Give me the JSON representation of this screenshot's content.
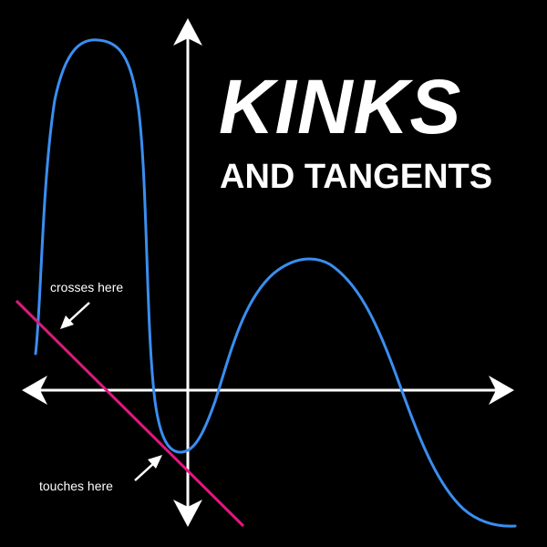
{
  "title": {
    "main": "KINKS",
    "sub": "AND TANGENTS"
  },
  "annotations": {
    "crosses": "crosses here",
    "touches": "touches here"
  },
  "colors": {
    "background": "#000000",
    "axes": "#ffffff",
    "curve": "#3a8ef0",
    "tangent": "#e0197d",
    "text": "#ffffff"
  }
}
